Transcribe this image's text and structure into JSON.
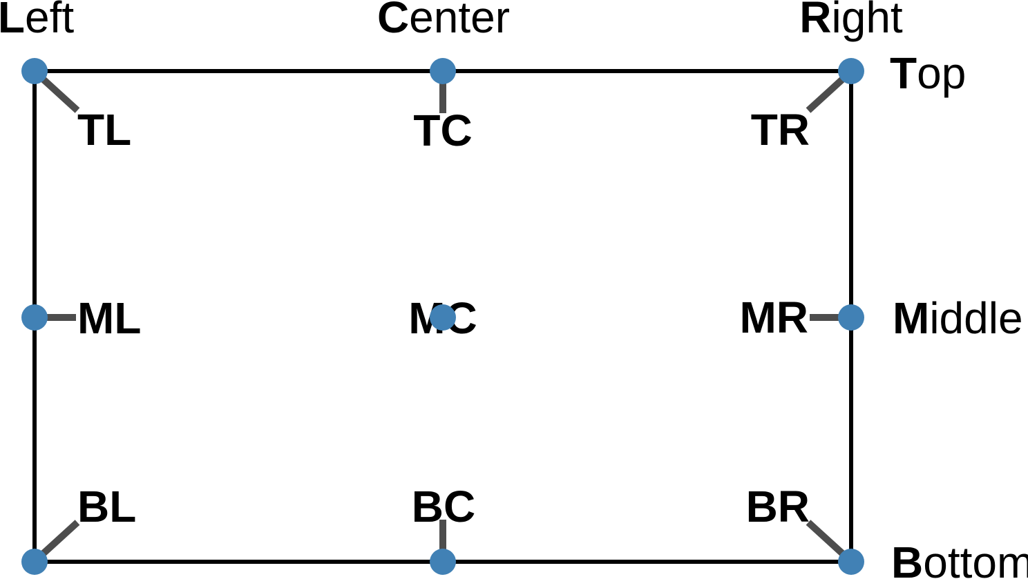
{
  "diagram": {
    "description": "Text anchor position reference diagram showing nine anchor points on a rectangle",
    "colors": {
      "dot": "#4181b5",
      "leader": "#4d4d4d",
      "box": "#000000",
      "text": "#000000",
      "background": "#ffffff"
    },
    "column_labels": [
      {
        "bold": "L",
        "rest": "eft"
      },
      {
        "bold": "C",
        "rest": "enter"
      },
      {
        "bold": "R",
        "rest": "ight"
      }
    ],
    "row_labels": [
      {
        "bold": "T",
        "rest": "op"
      },
      {
        "bold": "M",
        "rest": "iddle"
      },
      {
        "bold": "B",
        "rest": "ottom"
      }
    ],
    "anchors": [
      {
        "label": "TL"
      },
      {
        "label": "TC"
      },
      {
        "label": "TR"
      },
      {
        "label": "ML"
      },
      {
        "label": "MC"
      },
      {
        "label": "MR"
      },
      {
        "label": "BL"
      },
      {
        "label": "BC"
      },
      {
        "label": "BR"
      }
    ]
  }
}
